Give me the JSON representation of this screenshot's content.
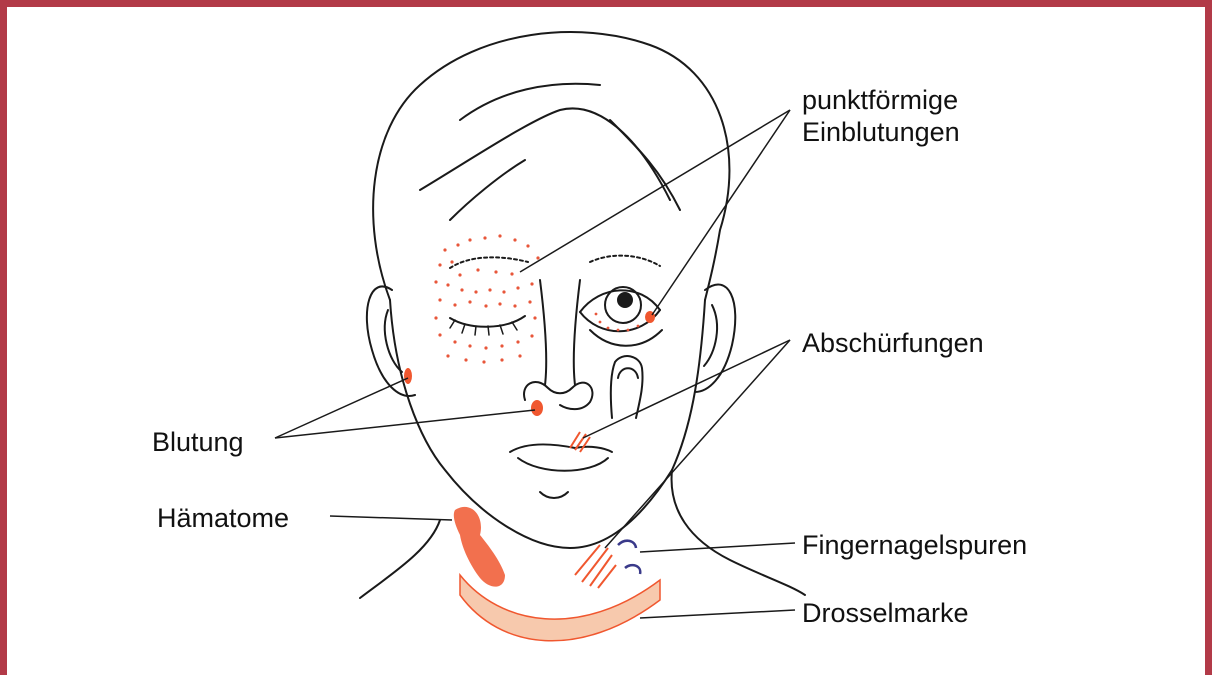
{
  "labels": {
    "punktfoermige_line1": "punktförmige",
    "punktfoermige_line2": "Einblutungen",
    "abschuerfungen": "Abschürfungen",
    "blutung": "Blutung",
    "haematome": "Hämatome",
    "fingernagelspuren": "Fingernagelspuren",
    "drosselmarke": "Drosselmarke"
  },
  "colors": {
    "frame": "#b23a48",
    "injury": "#f0572f",
    "petechiae": "#e8563a",
    "drosselmarke_band": "#f7c9ad",
    "nail_marks": "#3a3a8a",
    "line": "#1a1a1a"
  }
}
